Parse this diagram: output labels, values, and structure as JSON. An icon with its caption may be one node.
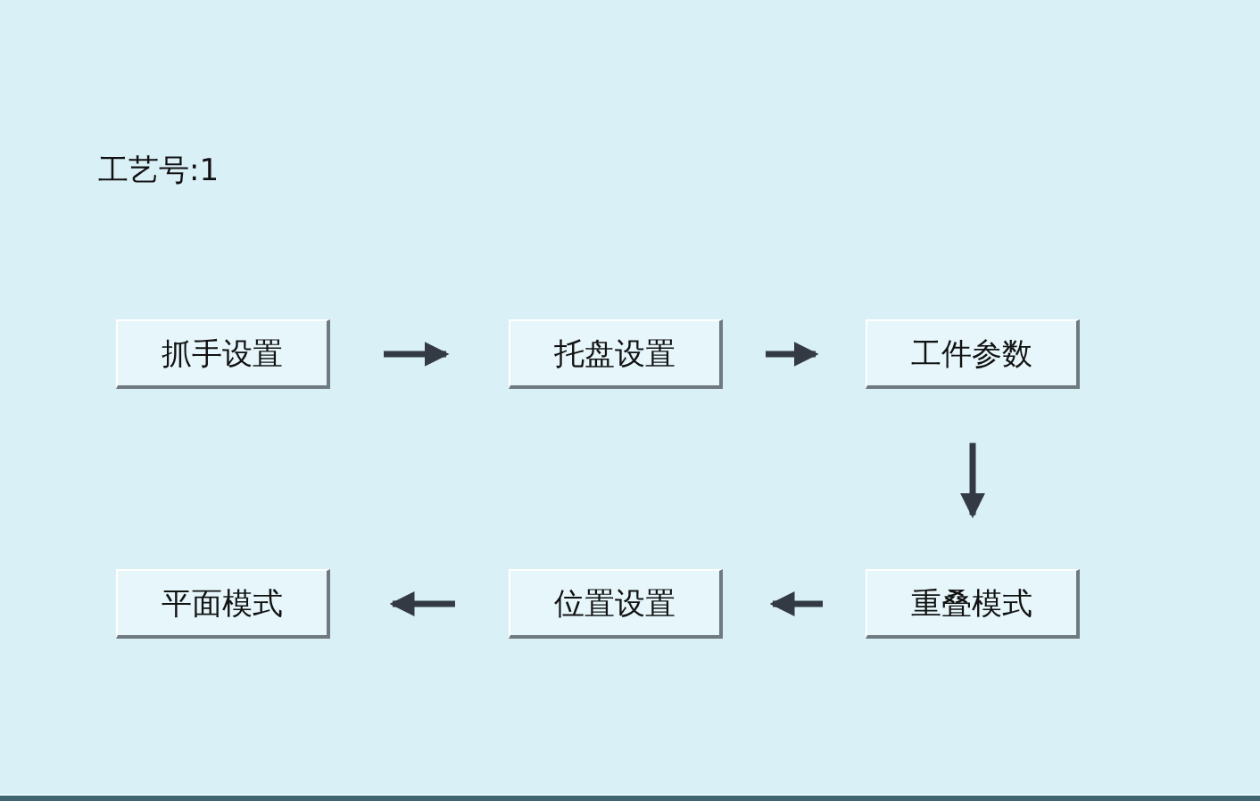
{
  "diagram": {
    "nodes": [
      {
        "text": [
          "抓手设置"
        ]
      },
      {
        "text": [
          "托盘设置"
        ]
      },
      {
        "text": [
          "工件参数"
        ]
      },
      {
        "text": [
          "平面模式"
        ]
      },
      {
        "text": [
          "位置设置"
        ]
      },
      {
        "text": [
          "重叠模式"
        ]
      }
    ],
    "edges": [
      {
        "from": 0,
        "to": 1,
        "arrow": "to"
      },
      {
        "from": 1,
        "to": 2,
        "arrow": "to"
      },
      {
        "from": 2,
        "to": 5,
        "arrow": "to"
      },
      {
        "from": 5,
        "to": 4,
        "arrow": "to"
      },
      {
        "from": 4,
        "to": 3,
        "arrow": "to"
      }
    ],
    "labels": [
      "工艺号:1"
    ]
  }
}
